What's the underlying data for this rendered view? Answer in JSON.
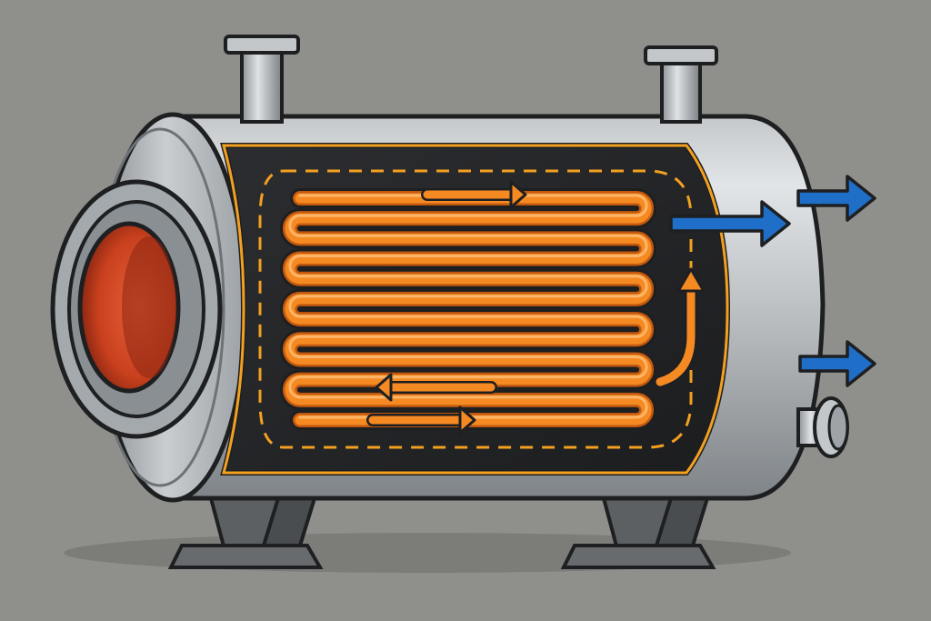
{
  "diagram": {
    "subject": "heat-exchanger-cutaway",
    "colors": {
      "background": "#8f8f8c",
      "shadow": "#7c7c79",
      "shell_light": "#d3d6d8",
      "shell_mid": "#aeb2b5",
      "shell_dark": "#7d8286",
      "outline": "#1e1f21",
      "cutaway_interior": "#262729",
      "cutaway_rim": "#f3a021",
      "coil_orange": "#f58a23",
      "coil_shade": "#c2590f",
      "coil_highlight": "#ffc07a",
      "hot_port_inner": "#c23d1c",
      "hot_port_glow": "#e4572d",
      "outflow_arrow": "#1f6fc8",
      "flow_path_dash": "#f3a021",
      "support_leg": "#5d6063"
    },
    "flow_arrows": [
      {
        "name": "orange-flow-arrow-top",
        "direction": "right"
      },
      {
        "name": "orange-flow-arrow-middle",
        "direction": "left"
      },
      {
        "name": "orange-flow-arrow-bottom",
        "direction": "right"
      },
      {
        "name": "orange-flow-arrow-up",
        "direction": "up"
      }
    ],
    "outflow_arrows": [
      {
        "name": "blue-outflow-arrow-top",
        "direction": "right"
      },
      {
        "name": "blue-outflow-arrow-middle",
        "direction": "right"
      },
      {
        "name": "blue-outflow-arrow-bottom",
        "direction": "right"
      }
    ],
    "coil_turns": 6
  }
}
